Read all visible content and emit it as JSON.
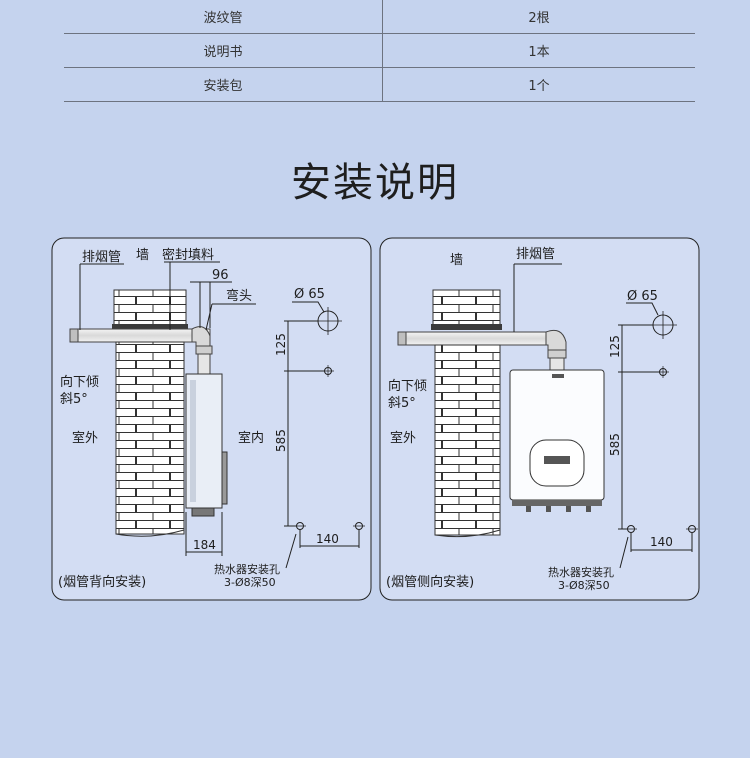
{
  "accessories": [
    {
      "name": "波纹管",
      "qty": "2根"
    },
    {
      "name": "说明书",
      "qty": "1本"
    },
    {
      "name": "安装包",
      "qty": "1个"
    }
  ],
  "section_title": "安装说明",
  "back": {
    "flue_pipe": "排烟管",
    "wall": "墙",
    "sealant": "密封填料",
    "gap": "96",
    "elbow": "弯头",
    "tilt_line1": "向下倾",
    "tilt_line2": "斜5°",
    "outdoor": "室外",
    "indoor": "室内",
    "dist": "184",
    "diameter": "Ø 65",
    "dim_top": "125",
    "dim_mid": "585",
    "dim_bottom": "140",
    "holes_line1": "热水器安装孔",
    "holes_line2": "3-Ø8深50",
    "caption": "(烟管背向安装)"
  },
  "side": {
    "wall": "墙",
    "flue_pipe": "排烟管",
    "tilt_line1": "向下倾",
    "tilt_line2": "斜5°",
    "outdoor": "室外",
    "diameter": "Ø 65",
    "dim_top": "125",
    "dim_mid": "585",
    "dim_bottom": "140",
    "holes_line1": "热水器安装孔",
    "holes_line2": "3-Ø8深50",
    "caption": "(烟管侧向安装)"
  }
}
